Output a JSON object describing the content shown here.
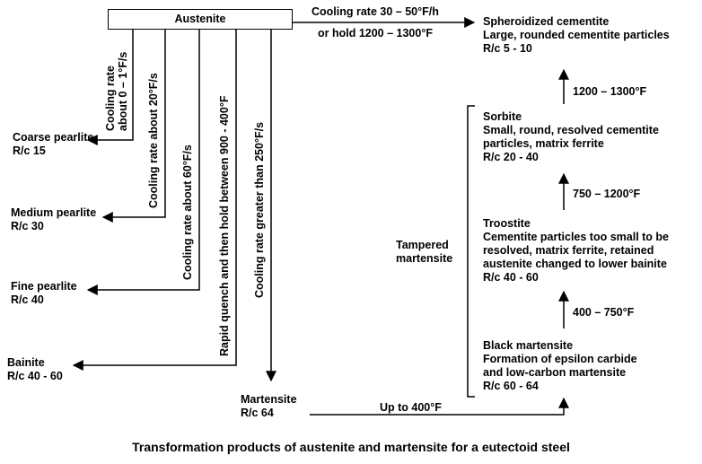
{
  "title_box": "Austenite",
  "cooling_paths": [
    {
      "label_lines": [
        "Cooling rate",
        "about 0 – 1°F/s"
      ]
    },
    {
      "label_lines": [
        "Cooling rate about 20°F/s"
      ]
    },
    {
      "label_lines": [
        "Cooling rate about 60°F/s"
      ]
    },
    {
      "label_lines": [
        "Rapid quench and then hold between 900 - 400°F"
      ]
    },
    {
      "label_lines": [
        "Cooling rate greater than 250°F/s"
      ]
    }
  ],
  "products": [
    {
      "name": "Coarse pearlite",
      "hardness": "R/c 15"
    },
    {
      "name": "Medium pearlite",
      "hardness": "R/c 30"
    },
    {
      "name": "Fine pearlite",
      "hardness": "R/c 40"
    },
    {
      "name": "Bainite",
      "hardness": "R/c 40 - 60"
    }
  ],
  "martensite": {
    "name": "Martensite",
    "hardness": "R/c 64"
  },
  "top_arrow": {
    "line1": "Cooling rate 30 – 50°F/h",
    "line2": "or hold 1200 – 1300°F"
  },
  "spheroidized": {
    "line1": "Spheroidized cementite",
    "line2": "Large, rounded cementite particles",
    "line3": "R/c 5 - 10"
  },
  "temper_steps": [
    {
      "label": "1200 – 1300°F"
    },
    {
      "label": "750 – 1200°F"
    },
    {
      "label": "400 – 750°F"
    }
  ],
  "sorbite": {
    "line1": "Sorbite",
    "line2": "Small, round, resolved cementite",
    "line3": "particles, matrix ferrite",
    "line4": "R/c 20 - 40"
  },
  "troostite": {
    "line1": "Troostite",
    "line2": "Cementite particles too small to be",
    "line3": "resolved, matrix ferrite, retained",
    "line4": "austenite changed to lower bainite",
    "line5": "R/c 40 - 60"
  },
  "black_martensite": {
    "line1": "Black martensite",
    "line2": "Formation of epsilon carbide",
    "line3": "and low-carbon martensite",
    "line4": "R/c 60 - 64"
  },
  "tempered_label": {
    "line1": "Tampered",
    "line2": "martensite"
  },
  "bottom_arrow": "Up to 400°F",
  "caption": "Transformation products of austenite and martensite for a eutectoid steel",
  "colors": {
    "line": "#000000",
    "background": "#ffffff"
  }
}
